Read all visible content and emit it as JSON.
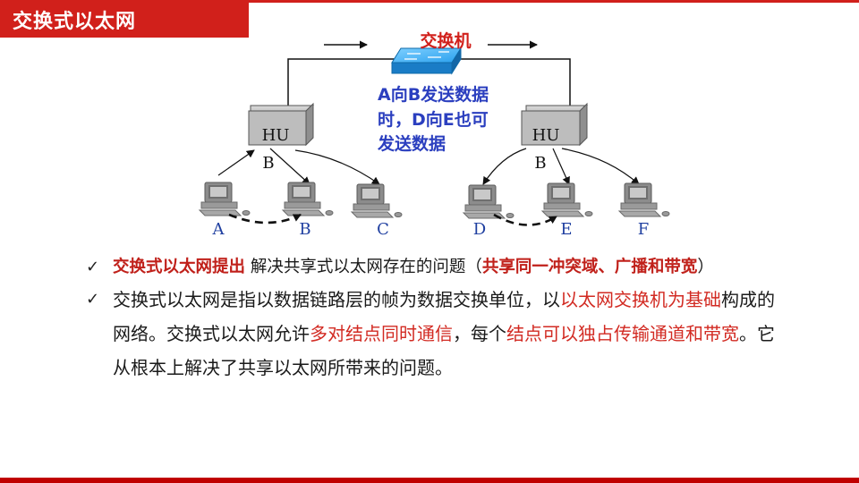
{
  "header": {
    "title": "交换式以太网"
  },
  "diagram": {
    "switch_label": "交换机",
    "callout": [
      "A向B发送数据",
      "时，D向E也可",
      "发送数据"
    ],
    "hubs": [
      {
        "name": "HU",
        "port": "B"
      },
      {
        "name": "HU",
        "port": "B"
      }
    ],
    "hosts": [
      "A",
      "B",
      "C",
      "D",
      "E",
      "F"
    ]
  },
  "bullets": [
    {
      "parts": [
        {
          "text": "交换式以太网提出",
          "style": "red"
        },
        {
          "text": " 解决共享式以太网存在的问题（",
          "style": "normal"
        },
        {
          "text": "共享同一冲突域、广播和带宽",
          "style": "red"
        },
        {
          "text": "）",
          "style": "normal"
        }
      ]
    },
    {
      "parts": [
        {
          "text": "交换式以太网是指以数据链路层的帧为数据交换单位，以",
          "style": "normal"
        },
        {
          "text": "以太网交换机为基础",
          "style": "red-n"
        },
        {
          "text": "构成的网络。交换式以太网允许",
          "style": "normal"
        },
        {
          "text": "多对结点同时通信",
          "style": "red-n"
        },
        {
          "text": "，每个",
          "style": "normal"
        },
        {
          "text": "结点可以独占传输通道和带宽",
          "style": "red-n"
        },
        {
          "text": "。它从根本上解决了共享以太网所带来的问题。",
          "style": "normal"
        }
      ]
    }
  ],
  "colors": {
    "accent": "#d1201b",
    "switch": "#1e90e0",
    "callout": "#2b3fbf",
    "hub": "#b5b5b5"
  }
}
